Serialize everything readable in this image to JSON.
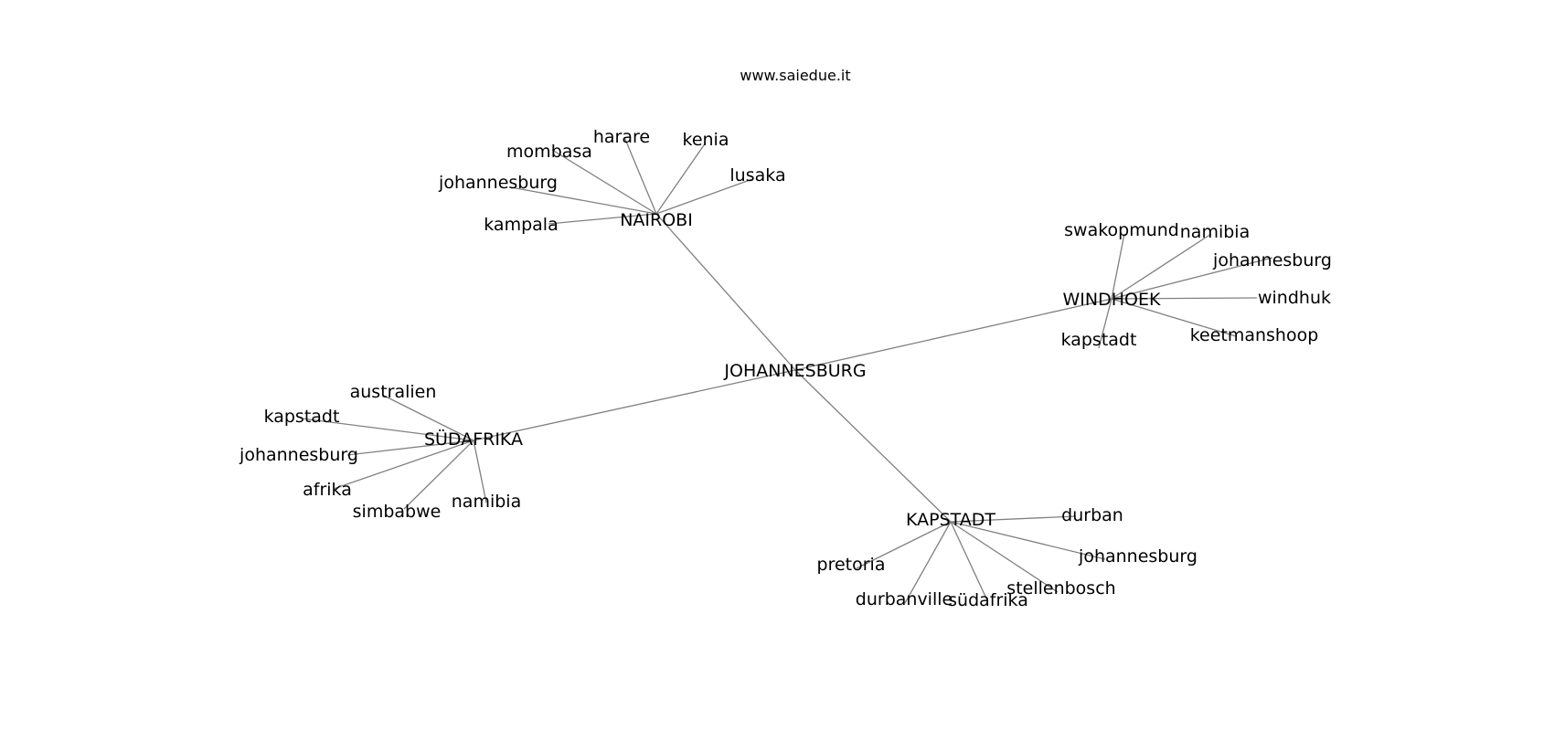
{
  "title": "www.saiedue.it",
  "root": "JOHANNESBURG",
  "hubs": [
    {
      "name": "NAIROBI",
      "leaves": [
        "harare",
        "kenia",
        "lusaka",
        "mombasa",
        "johannesburg",
        "kampala"
      ]
    },
    {
      "name": "WINDHOEK",
      "leaves": [
        "swakopmund",
        "namibia",
        "johannesburg",
        "windhuk",
        "keetmanshoop",
        "kapstadt"
      ]
    },
    {
      "name": "SÜDAFRIKA",
      "leaves": [
        "australien",
        "kapstadt",
        "johannesburg",
        "afrika",
        "simbabwe",
        "namibia"
      ]
    },
    {
      "name": "KAPSTADT",
      "leaves": [
        "durban",
        "johannesburg",
        "stellenbosch",
        "südafrika",
        "durbanville",
        "pretoria"
      ]
    }
  ]
}
